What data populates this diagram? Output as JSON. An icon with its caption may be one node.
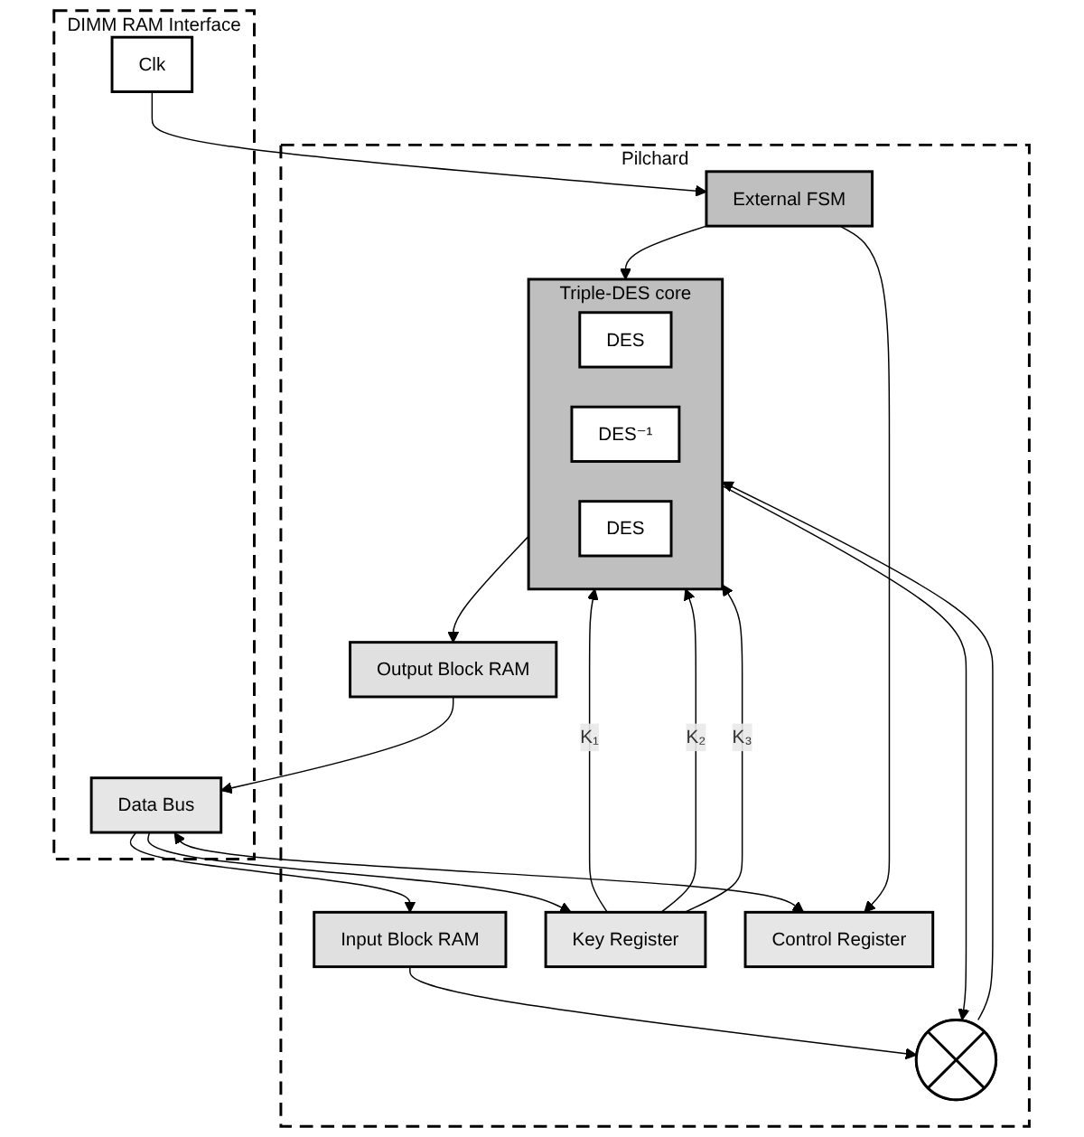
{
  "diagram": {
    "nodes": [
      {
        "text": [
          "DIMM RAM Interface"
        ]
      },
      {
        "text": [
          "Clk"
        ],
        "in": 0
      },
      {
        "text": [
          "Data Bus"
        ],
        "in": 0
      },
      {
        "text": [
          "Pilchard"
        ]
      },
      {
        "text": [
          "Input Block RAM"
        ],
        "in": 3
      },
      {
        "text": [
          "Output Block RAM"
        ],
        "in": 3
      },
      {
        "text": [],
        "shape": "circle",
        "in": 3
      },
      {
        "text": [
          "Key Register"
        ],
        "in": 3
      },
      {
        "text": [
          "Triple-DES core"
        ],
        "in": 3
      },
      {
        "text": [
          "DES"
        ],
        "in": 8
      },
      {
        "text": [
          "DES⁻¹"
        ],
        "in": 8
      },
      {
        "text": [
          "DES"
        ],
        "in": 8
      },
      {
        "text": [
          "External FSM"
        ],
        "in": 3
      },
      {
        "text": [
          "Control Register"
        ],
        "in": 3
      }
    ],
    "edges": [
      {
        "from": 2,
        "to": 4,
        "arrow": "to"
      },
      {
        "from": 2,
        "to": 7,
        "arrow": "to"
      },
      {
        "from": 5,
        "to": 2,
        "arrow": "to"
      },
      {
        "from": 2,
        "to": 13,
        "arrow": "both"
      },
      {
        "from": 4,
        "to": 6,
        "arrow": "to"
      },
      {
        "from": 8,
        "to": 5,
        "arrow": "to"
      },
      {
        "from": 8,
        "to": 6,
        "arrow": "to"
      },
      {
        "from": 6,
        "to": 8,
        "arrow": "to"
      },
      {
        "from": 7,
        "to": 8,
        "arrow": "to",
        "label": "K₁"
      },
      {
        "from": 7,
        "to": 8,
        "arrow": "to",
        "label": "K₂"
      },
      {
        "from": 7,
        "to": 8,
        "arrow": "to",
        "label": "K₃"
      },
      {
        "from": 1,
        "to": 12,
        "arrow": "to"
      },
      {
        "from": 12,
        "to": 8,
        "arrow": "to"
      },
      {
        "from": 12,
        "to": 13,
        "arrow": "to"
      }
    ]
  }
}
